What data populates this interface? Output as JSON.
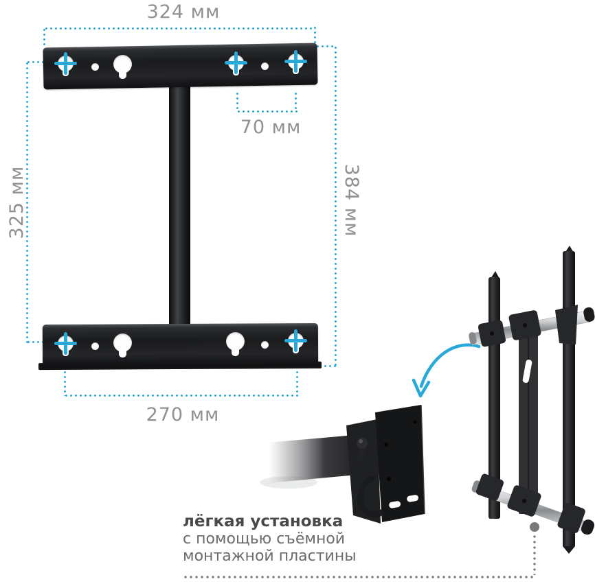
{
  "colors": {
    "accent_cyan": "#29a8da",
    "dimension_label_gray": "#8e9194",
    "caption_title_gray": "#48494b",
    "caption_body_gray": "#696b6d",
    "leader_dot_gray": "#77797b",
    "bracket_black": "#1a1b1d"
  },
  "dimensions": {
    "top_width": "324 мм",
    "hole_spacing": "70 мм",
    "left_height": "325 мм",
    "right_height": "384 мм",
    "bottom_width": "270 мм"
  },
  "caption": {
    "title": "лёгкая установка",
    "line2": "с помощью съёмной",
    "line3": "монтажной пластины"
  }
}
